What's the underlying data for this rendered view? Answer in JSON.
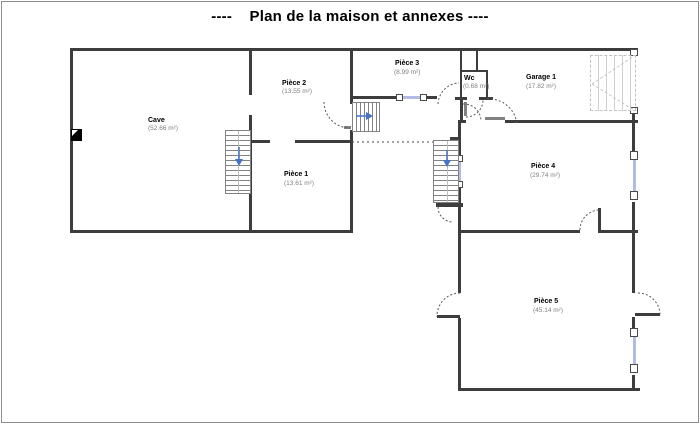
{
  "title": "----    Plan de la maison et annexes ----",
  "colors": {
    "wall": "#3d3d3d",
    "stair": "#828282",
    "accent": "#4472c4",
    "window": "#b3bbe4",
    "muted": "#7f7f7f",
    "arc": "#595959"
  },
  "rooms": {
    "cave": {
      "name": "Cave",
      "area": "(52.66 m²)"
    },
    "piece1": {
      "name": "Pièce 1",
      "area": "(13.61 m²)"
    },
    "piece2": {
      "name": "Pièce 2",
      "area": "(13.55 m²)"
    },
    "piece3": {
      "name": "Pièce 3",
      "area": "(8.99 m²)"
    },
    "wc": {
      "name": "Wc",
      "area": "(0.68 m²)"
    },
    "garage1": {
      "name": "Garage 1",
      "area": "(17.82 m²)"
    },
    "piece4": {
      "name": "Pièce 4",
      "area": "(29.74 m²)"
    },
    "piece5": {
      "name": "Pièce 5",
      "area": "(45.14 m²)"
    }
  }
}
